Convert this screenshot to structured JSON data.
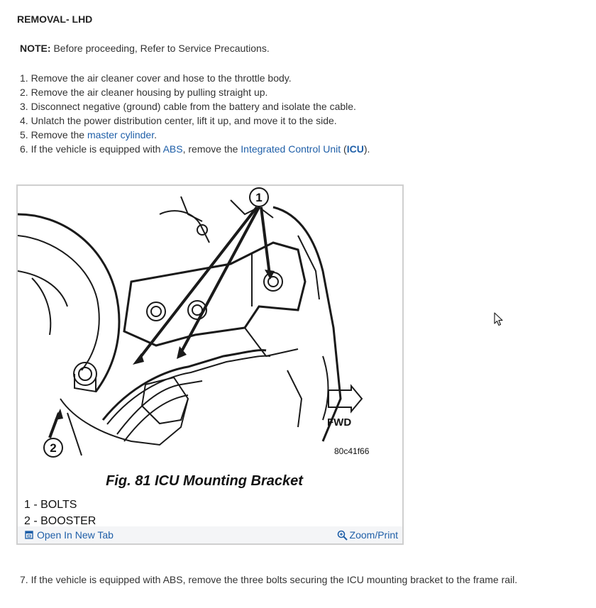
{
  "heading": "REMOVAL- LHD",
  "note": {
    "label": "NOTE:",
    "text": " Before proceeding, Refer to Service Precautions."
  },
  "steps": [
    {
      "text": "1. Remove the air cleaner cover and hose to the throttle body."
    },
    {
      "text": "2. Remove the air cleaner housing by pulling straight up."
    },
    {
      "text": "3. Disconnect negative (ground) cable from the battery and isolate the cable."
    },
    {
      "text": "4. Unlatch the power distribution center, lift it up, and move it to the side."
    },
    {
      "pre": "5. Remove the ",
      "link": "master cylinder",
      "post": "."
    },
    {
      "pre": "6. If the vehicle is equipped with ",
      "link1": "ABS",
      "mid": ", remove the ",
      "link2": "Integrated Control Unit",
      "space": " (",
      "link3": "ICU",
      "post": ")."
    }
  ],
  "figure": {
    "callout_1": "1",
    "callout_2": "2",
    "fwd_label": "FWD",
    "image_code": "80c41f66",
    "caption": "Fig. 81 ICU Mounting Bracket",
    "legend": [
      "1 - BOLTS",
      "2 - BOOSTER"
    ],
    "open_label": "Open In New Tab",
    "zoom_label": "Zoom/Print"
  },
  "step7": "7. If the vehicle is equipped with ABS, remove the three bolts securing the ICU mounting bracket to the frame rail.",
  "colors": {
    "link": "#1f5fa8",
    "text": "#333333"
  }
}
